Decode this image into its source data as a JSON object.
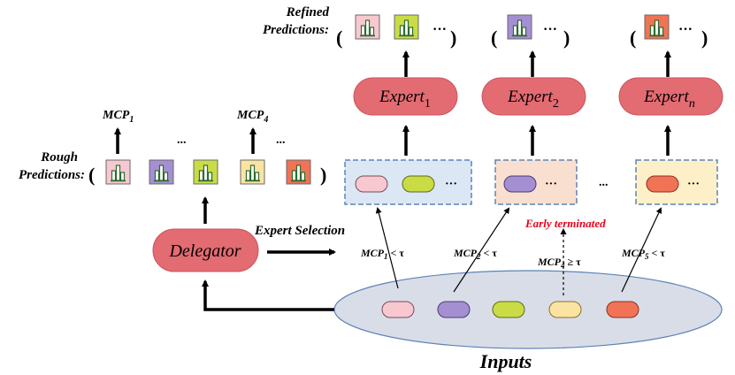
{
  "labels": {
    "refined_line1": "Refined",
    "refined_line2": "Predictions:",
    "rough_line1": "Rough",
    "rough_line2": "Predictions:",
    "expert_selection": "Expert  Selection",
    "early_terminated": "Early terminated",
    "inputs": "Inputs",
    "delegator": "Delegator",
    "expert_word": "Expert",
    "ellipsis": "...",
    "ellipsis_short": "···",
    "paren_open": "(",
    "paren_close": ")"
  },
  "experts": [
    {
      "sub": "1"
    },
    {
      "sub": "2"
    },
    {
      "sub": "n"
    }
  ],
  "mcp_top": [
    {
      "base": "MCP",
      "sub": "1"
    },
    {
      "base": "MCP",
      "sub": "4"
    }
  ],
  "conditions": [
    {
      "base": "MCP",
      "sub": "1",
      "op": " < τ"
    },
    {
      "base": "MCP",
      "sub": "2",
      "op": " < τ"
    },
    {
      "base": "MCP",
      "sub": "4",
      "op": " ≥ τ"
    },
    {
      "base": "MCP",
      "sub": "5",
      "op": " < τ"
    }
  ],
  "colors": {
    "pink": "#f8c8d0",
    "purple": "#a58fd3",
    "green": "#c9dc45",
    "yellow": "#fbe4a2",
    "orange": "#f07356",
    "expert_fill": "#e36b72",
    "inputs_fill": "#d9dde7",
    "early_terminated": "#e8001c",
    "group_blue": "#dbe7f5",
    "group_peach": "#f9dfd0",
    "group_cream": "#fdf0c9",
    "group_border": "#5d83b8"
  },
  "icons": {
    "prediction": "bar-chart-icon",
    "token": "token-pill-icon"
  }
}
